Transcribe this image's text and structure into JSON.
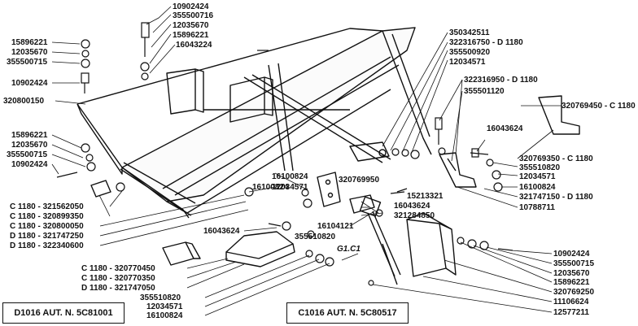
{
  "labels": {
    "top_center": [
      "10902424",
      "355500716",
      "12035670",
      "15896221",
      "16043224"
    ],
    "top_left": [
      "15896221",
      "12035670",
      "355500715",
      "10902424",
      "320800150"
    ],
    "mid_left": [
      "15896221",
      "12035670",
      "355500715",
      "10902424"
    ],
    "bottom_left": [
      "C 1180 - 321562050",
      "C 1180 - 320899350",
      "C 1180 - 320800050",
      "D 1180 - 321747250",
      "D 1180 - 322340600"
    ],
    "right_top": [
      "350342511",
      "322316750 - D 1180",
      "355500920",
      "12034571"
    ],
    "right_mid": [
      "322316950 - D 1180",
      "355501120"
    ],
    "far_right": [
      "320769450 - C 1180",
      "16043624",
      "320769350 - C 1180",
      "355510820",
      "12034571",
      "16100824",
      "321747150 - D 1180",
      "10788711"
    ],
    "center": [
      "16100824",
      "320769950",
      "12034571",
      "16100824",
      "15213321",
      "16043624",
      "321284850",
      "16104121",
      "16043624",
      "355510820"
    ],
    "g1c1": "G1.C1",
    "bottom_center": [
      "C 1180 - 320770450",
      "C 1180 - 320770350",
      "D 1180 - 321747050",
      "355510820",
      "12034571",
      "16100824"
    ],
    "bottom_right": [
      "10902424",
      "355500715",
      "12035670",
      "15896221",
      "320769250",
      "11106624",
      "12577211"
    ]
  },
  "boxes": {
    "left": "D1016   AUT. N. 5C81001",
    "right": "C1016   AUT. N. 5C80517"
  },
  "colors": {
    "ink": "#111111",
    "paper": "#ffffff"
  }
}
